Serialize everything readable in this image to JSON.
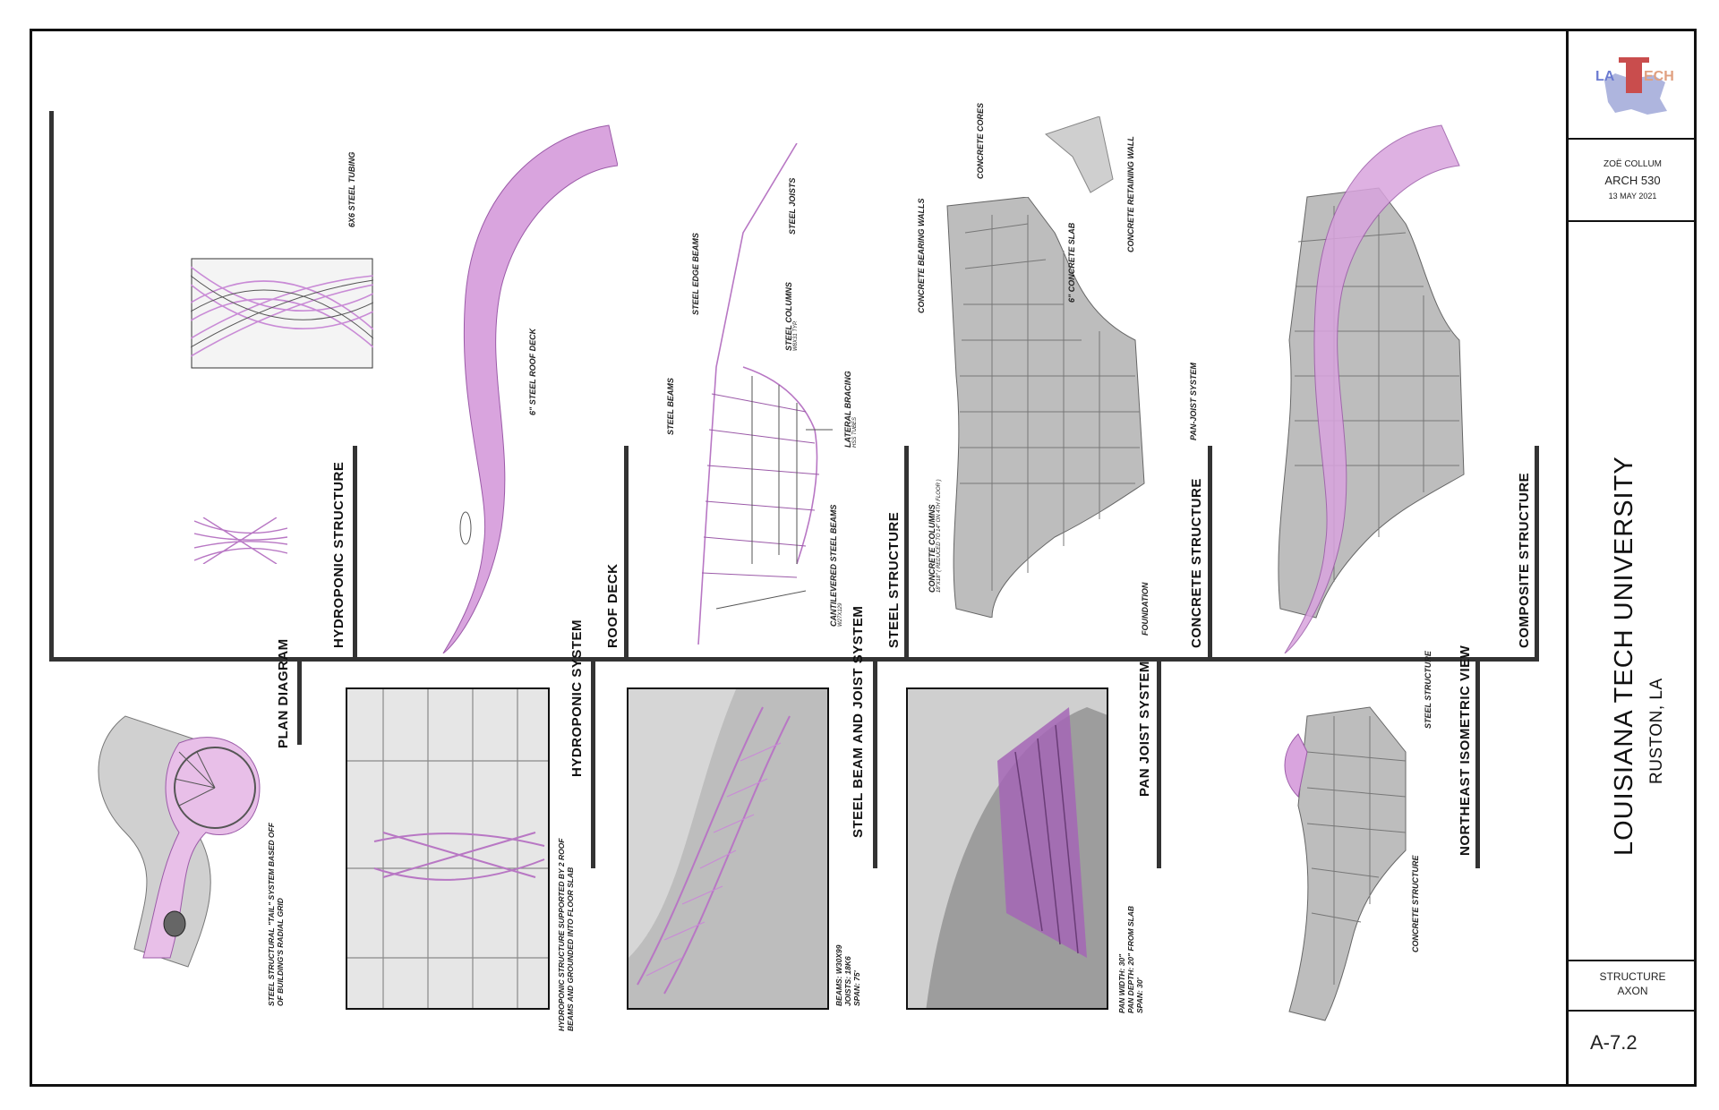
{
  "titleblock": {
    "logo_text": "LATECH",
    "author": "ZOË COLLUM",
    "course": "ARCH 530",
    "date": "13 MAY 2021",
    "university": "LOUISIANA TECH UNIVERSITY",
    "location": "RUSTON, LA",
    "sheet_title_line1": "STRUCTURE",
    "sheet_title_line2": "AXON",
    "sheet_number": "A-7.2"
  },
  "top_panels": {
    "hydroponic": {
      "label": "HYDROPONIC STRUCTURE",
      "callout_tubing": "6X6 STEEL TUBING"
    },
    "roof": {
      "label": "ROOF DECK",
      "callout_deck": "6\" STEEL ROOF DECK"
    },
    "steel": {
      "label": "STEEL STRUCTURE",
      "callout_edge_beams": "STEEL EDGE BEAMS",
      "callout_joists": "STEEL JOISTS",
      "callout_columns": "STEEL COLUMNS",
      "callout_columns_sub": "W8X31 TYP.",
      "callout_beams": "STEEL BEAMS",
      "callout_bracing": "LATERAL BRACING",
      "callout_bracing_sub": "HSS TUBES",
      "callout_cantilever": "CANTILEVERED STEEL BEAMS",
      "callout_cantilever_sub": "W27X129"
    },
    "concrete": {
      "label": "CONCRETE STRUCTURE",
      "callout_cores": "CONCRETE CORES",
      "callout_retaining": "CONCRETE RETAINING WALL",
      "callout_bearing": "CONCRETE BEARING WALLS",
      "callout_slab": "6\" CONCRETE SLAB",
      "callout_panjoist": "PAN-JOIST SYSTEM",
      "callout_columns": "CONCRETE COLUMNS",
      "callout_columns_sub": "18\"X18\" ( REDUCED TO 14\" ON 4TH FLOOR )",
      "callout_foundation": "FOUNDATION"
    },
    "composite": {
      "label": "COMPOSITE STRUCTURE"
    }
  },
  "bottom_panels": {
    "plan": {
      "label": "PLAN DIAGRAM",
      "note_line1": "STEEL STRUCTURAL \"TAIL\" SYSTEM BASED OFF",
      "note_line2": "OF BUILDING'S RADIAL GRID"
    },
    "hydroponic_system": {
      "label": "HYDROPONIC SYSTEM",
      "note_line1": "HYDROPONIC STRUCTURE SUPPORTED BY 2 ROOF",
      "note_line2": "BEAMS AND GROUNDED INTO FLOOR SLAB"
    },
    "beam_joist": {
      "label": "STEEL BEAM AND JOIST SYSTEM",
      "note_line1": "BEAMS: W30X99",
      "note_line2": "JOISTS: 18K6",
      "note_line3": "SPAN: 75'"
    },
    "pan_joist": {
      "label": "PAN JOIST SYSTEM",
      "note_line1": "PAN WIDTH: 30\"",
      "note_line2": "PAN DEPTH: 20\" FROM SLAB",
      "note_line3": "SPAN: 30'"
    },
    "northeast": {
      "label": "NORTHEAST ISOMETRIC VIEW",
      "callout_steel": "STEEL STRUCTURE",
      "callout_concrete": "CONCRETE STRUCTURE"
    }
  },
  "colors": {
    "accent": "#c98bd6",
    "accent_dark": "#9b5aa8",
    "frame": "#111111",
    "concrete": "#9a9a9a"
  }
}
